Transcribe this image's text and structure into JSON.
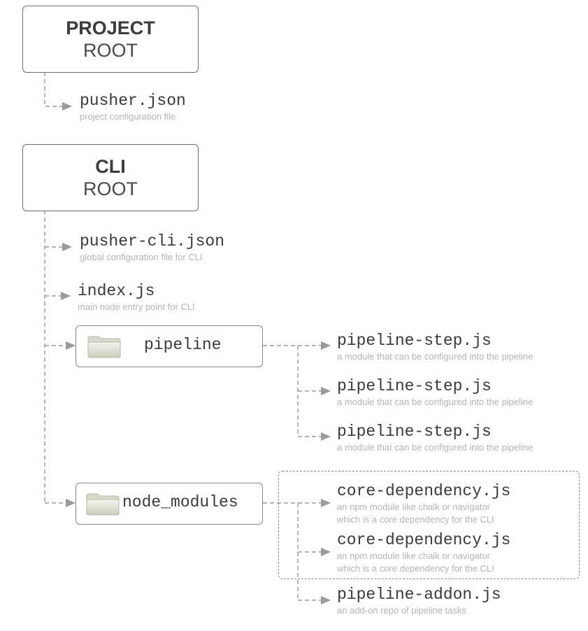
{
  "roots": [
    {
      "title": "PROJECT",
      "subtitle": "ROOT"
    },
    {
      "title": "CLI",
      "subtitle": "ROOT"
    }
  ],
  "project_files": [
    {
      "name": "pusher.json",
      "desc": "project configuration file"
    }
  ],
  "cli_files": [
    {
      "name": "pusher-cli.json",
      "desc": "global configuration file for CLI"
    },
    {
      "name": "index.js",
      "desc": "main node entry point for CLI"
    }
  ],
  "folders": [
    {
      "label": "pipeline",
      "icon": "folder-icon"
    },
    {
      "label": "node_modules",
      "icon": "folder-icon"
    }
  ],
  "pipeline_children": [
    {
      "name": "pipeline-step.js",
      "desc": "a module that can be configured into the pipeline"
    },
    {
      "name": "pipeline-step.js",
      "desc": "a module that can be configured into the pipeline"
    },
    {
      "name": "pipeline-step.js",
      "desc": "a module that can be configured into the pipeline"
    }
  ],
  "node_modules_children": [
    {
      "name": "core-dependency.js",
      "desc_line1": "an npm module like chalk or navigator",
      "desc_line2": "which is a core dependency for the CLI"
    },
    {
      "name": "core-dependency.js",
      "desc_line1": "an npm module like chalk or navigator",
      "desc_line2": "which is a core dependency for the CLI"
    },
    {
      "name": "pipeline-addon.js",
      "desc_line1": "an add-on repo of pipeline tasks"
    }
  ],
  "colors": {
    "connector": "#9a9a9a",
    "box_border": "#6f6f6f",
    "text": "#3a3a3a",
    "desc": "#b4b4b4"
  }
}
